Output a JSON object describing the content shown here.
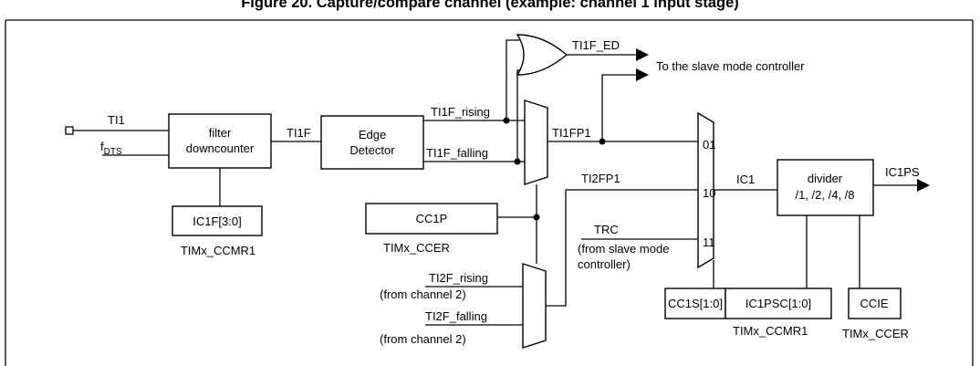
{
  "title": "Figure 20. Capture/compare channel (example: channel 1 input stage)",
  "inputs": {
    "ti1": "TI1",
    "fdts_main": "f",
    "fdts_sub": "DTS"
  },
  "blocks": {
    "filter_line1": "filter",
    "filter_line2": "downcounter",
    "ic1f": "IC1F[3:0]",
    "edge_line1": "Edge",
    "edge_line2": "Detector",
    "cc1p": "CC1P",
    "divider_line1": "divider",
    "divider_line2": "/1, /2, /4, /8",
    "cc1s": "CC1S[1:0]",
    "ic1psc": "IC1PSC[1:0]",
    "ccie": "CCIE"
  },
  "registers": {
    "ccmr1_filter": "TIMx_CCMR1",
    "ccer_cc1p": "TIMx_CCER",
    "ccmr1_bottom": "TIMx_CCMR1",
    "ccer_ccie": "TIMx_CCER"
  },
  "signals": {
    "ti1f": "TI1F",
    "ti1f_rising": "TI1F_rising",
    "ti1f_falling": "TI1F_falling",
    "ti1f_ed": "TI1F_ED",
    "slave_mode": "To the slave mode controller",
    "ti1fp1": "TI1FP1",
    "ti2fp1": "TI2FP1",
    "trc": "TRC",
    "trc_note_line1": "(from slave mode",
    "trc_note_line2": "controller)",
    "ti2f_rising": "TI2F_rising",
    "ti2f_falling": "TI2F_falling",
    "from_channel2_a": "(from channel 2)",
    "from_channel2_b": "(from channel 2)",
    "ic1": "IC1",
    "ic1ps": "IC1PS"
  },
  "mux_inputs": {
    "in01": "01",
    "in10": "10",
    "in11": "11"
  }
}
